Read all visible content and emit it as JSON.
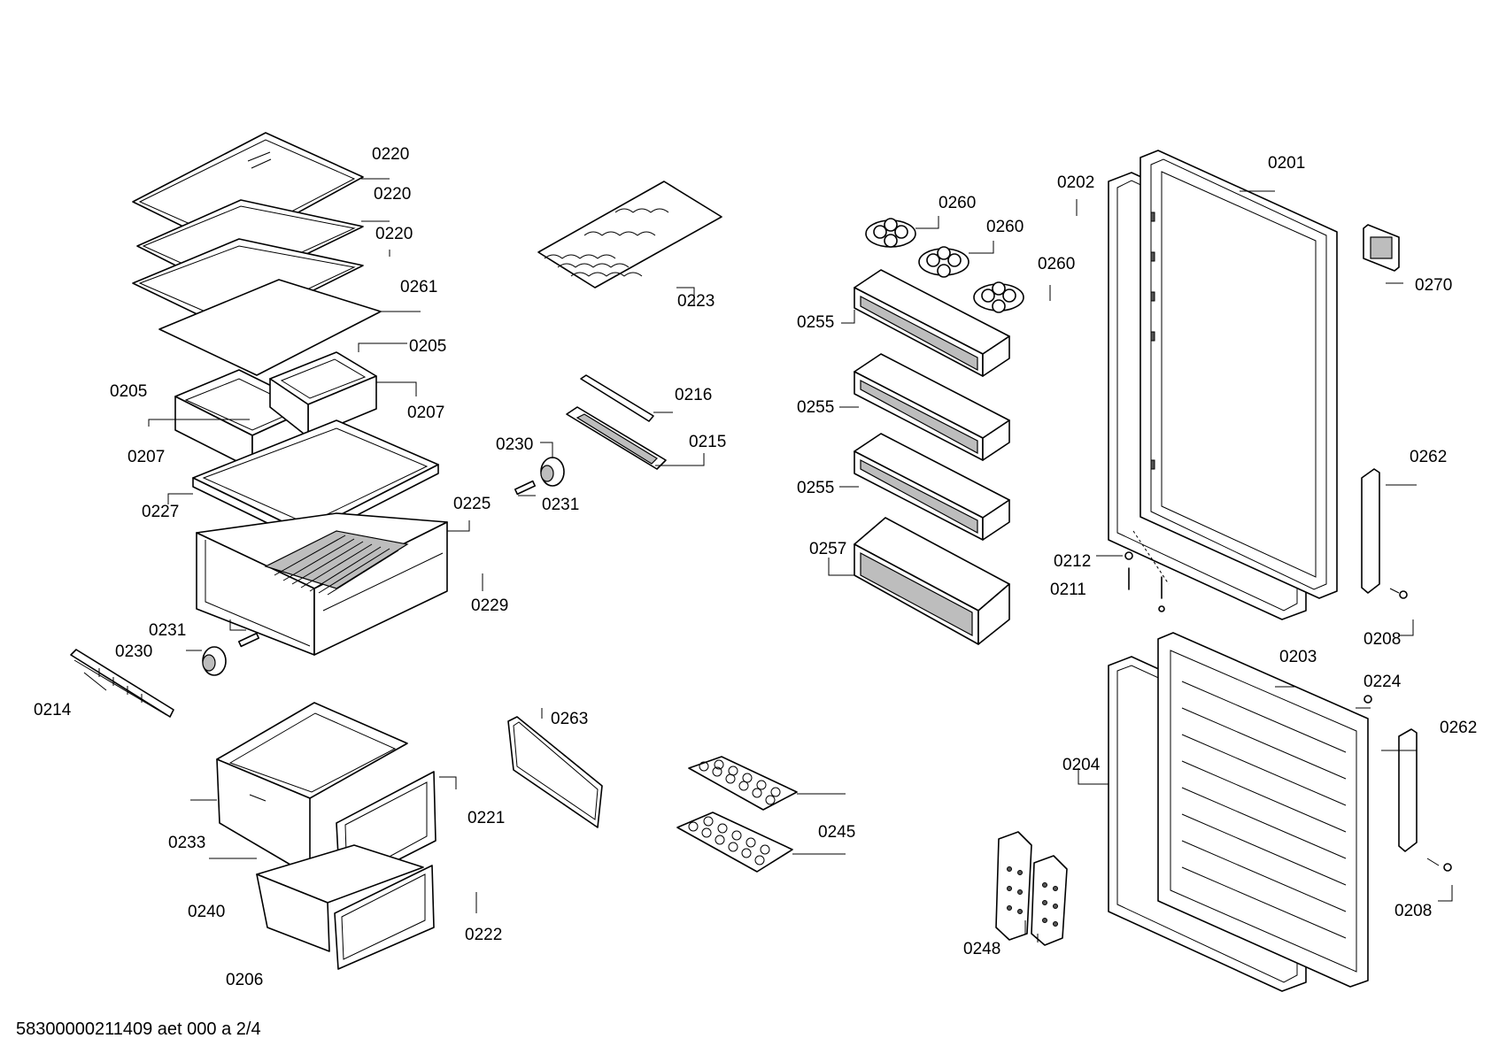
{
  "callouts": {
    "c0220a": "0220",
    "c0220b": "0220",
    "c0220c": "0220",
    "c0261": "0261",
    "c0205a": "0205",
    "c0205b": "0205",
    "c0207a": "0207",
    "c0207b": "0207",
    "c0227": "0227",
    "c0225": "0225",
    "c0229": "0229",
    "c0231a": "0231",
    "c0231b": "0231",
    "c0230a": "0230",
    "c0230b": "0230",
    "c0214": "0214",
    "c0233": "0233",
    "c0240": "0240",
    "c0206": "0206",
    "c0221": "0221",
    "c0222": "0222",
    "c0223": "0223",
    "c0216": "0216",
    "c0215": "0215",
    "c0263": "0263",
    "c0245": "0245",
    "c0260a": "0260",
    "c0260b": "0260",
    "c0260c": "0260",
    "c0255a": "0255",
    "c0255b": "0255",
    "c0255c": "0255",
    "c0257": "0257",
    "c0202": "0202",
    "c0201": "0201",
    "c0270": "0270",
    "c0262a": "0262",
    "c0262b": "0262",
    "c0212": "0212",
    "c0211": "0211",
    "c0208a": "0208",
    "c0208b": "0208",
    "c0203": "0203",
    "c0224": "0224",
    "c0204": "0204",
    "c0248": "0248"
  },
  "footer": {
    "code": "58300000211409 aet 000 a 2/4"
  }
}
